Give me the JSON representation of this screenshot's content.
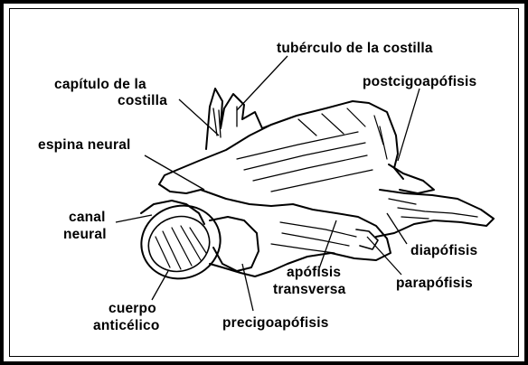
{
  "figure": {
    "labels": {
      "tuberculo": "tubérculo de la costilla",
      "capitulo_1": "capítulo de la",
      "capitulo_2": "costilla",
      "postcigo": "postcigoapófisis",
      "espina": "espina neural",
      "canal_1": "canal",
      "canal_2": "neural",
      "diapofisis": "diapófisis",
      "apofisis_1": "apófisis",
      "apofisis_2": "transversa",
      "parapofisis": "parapófisis",
      "cuerpo_1": "cuerpo",
      "cuerpo_2": "anticélico",
      "precigo": "precigoapófisis"
    },
    "colors": {
      "ink": "#000000",
      "paper": "#ffffff"
    }
  }
}
